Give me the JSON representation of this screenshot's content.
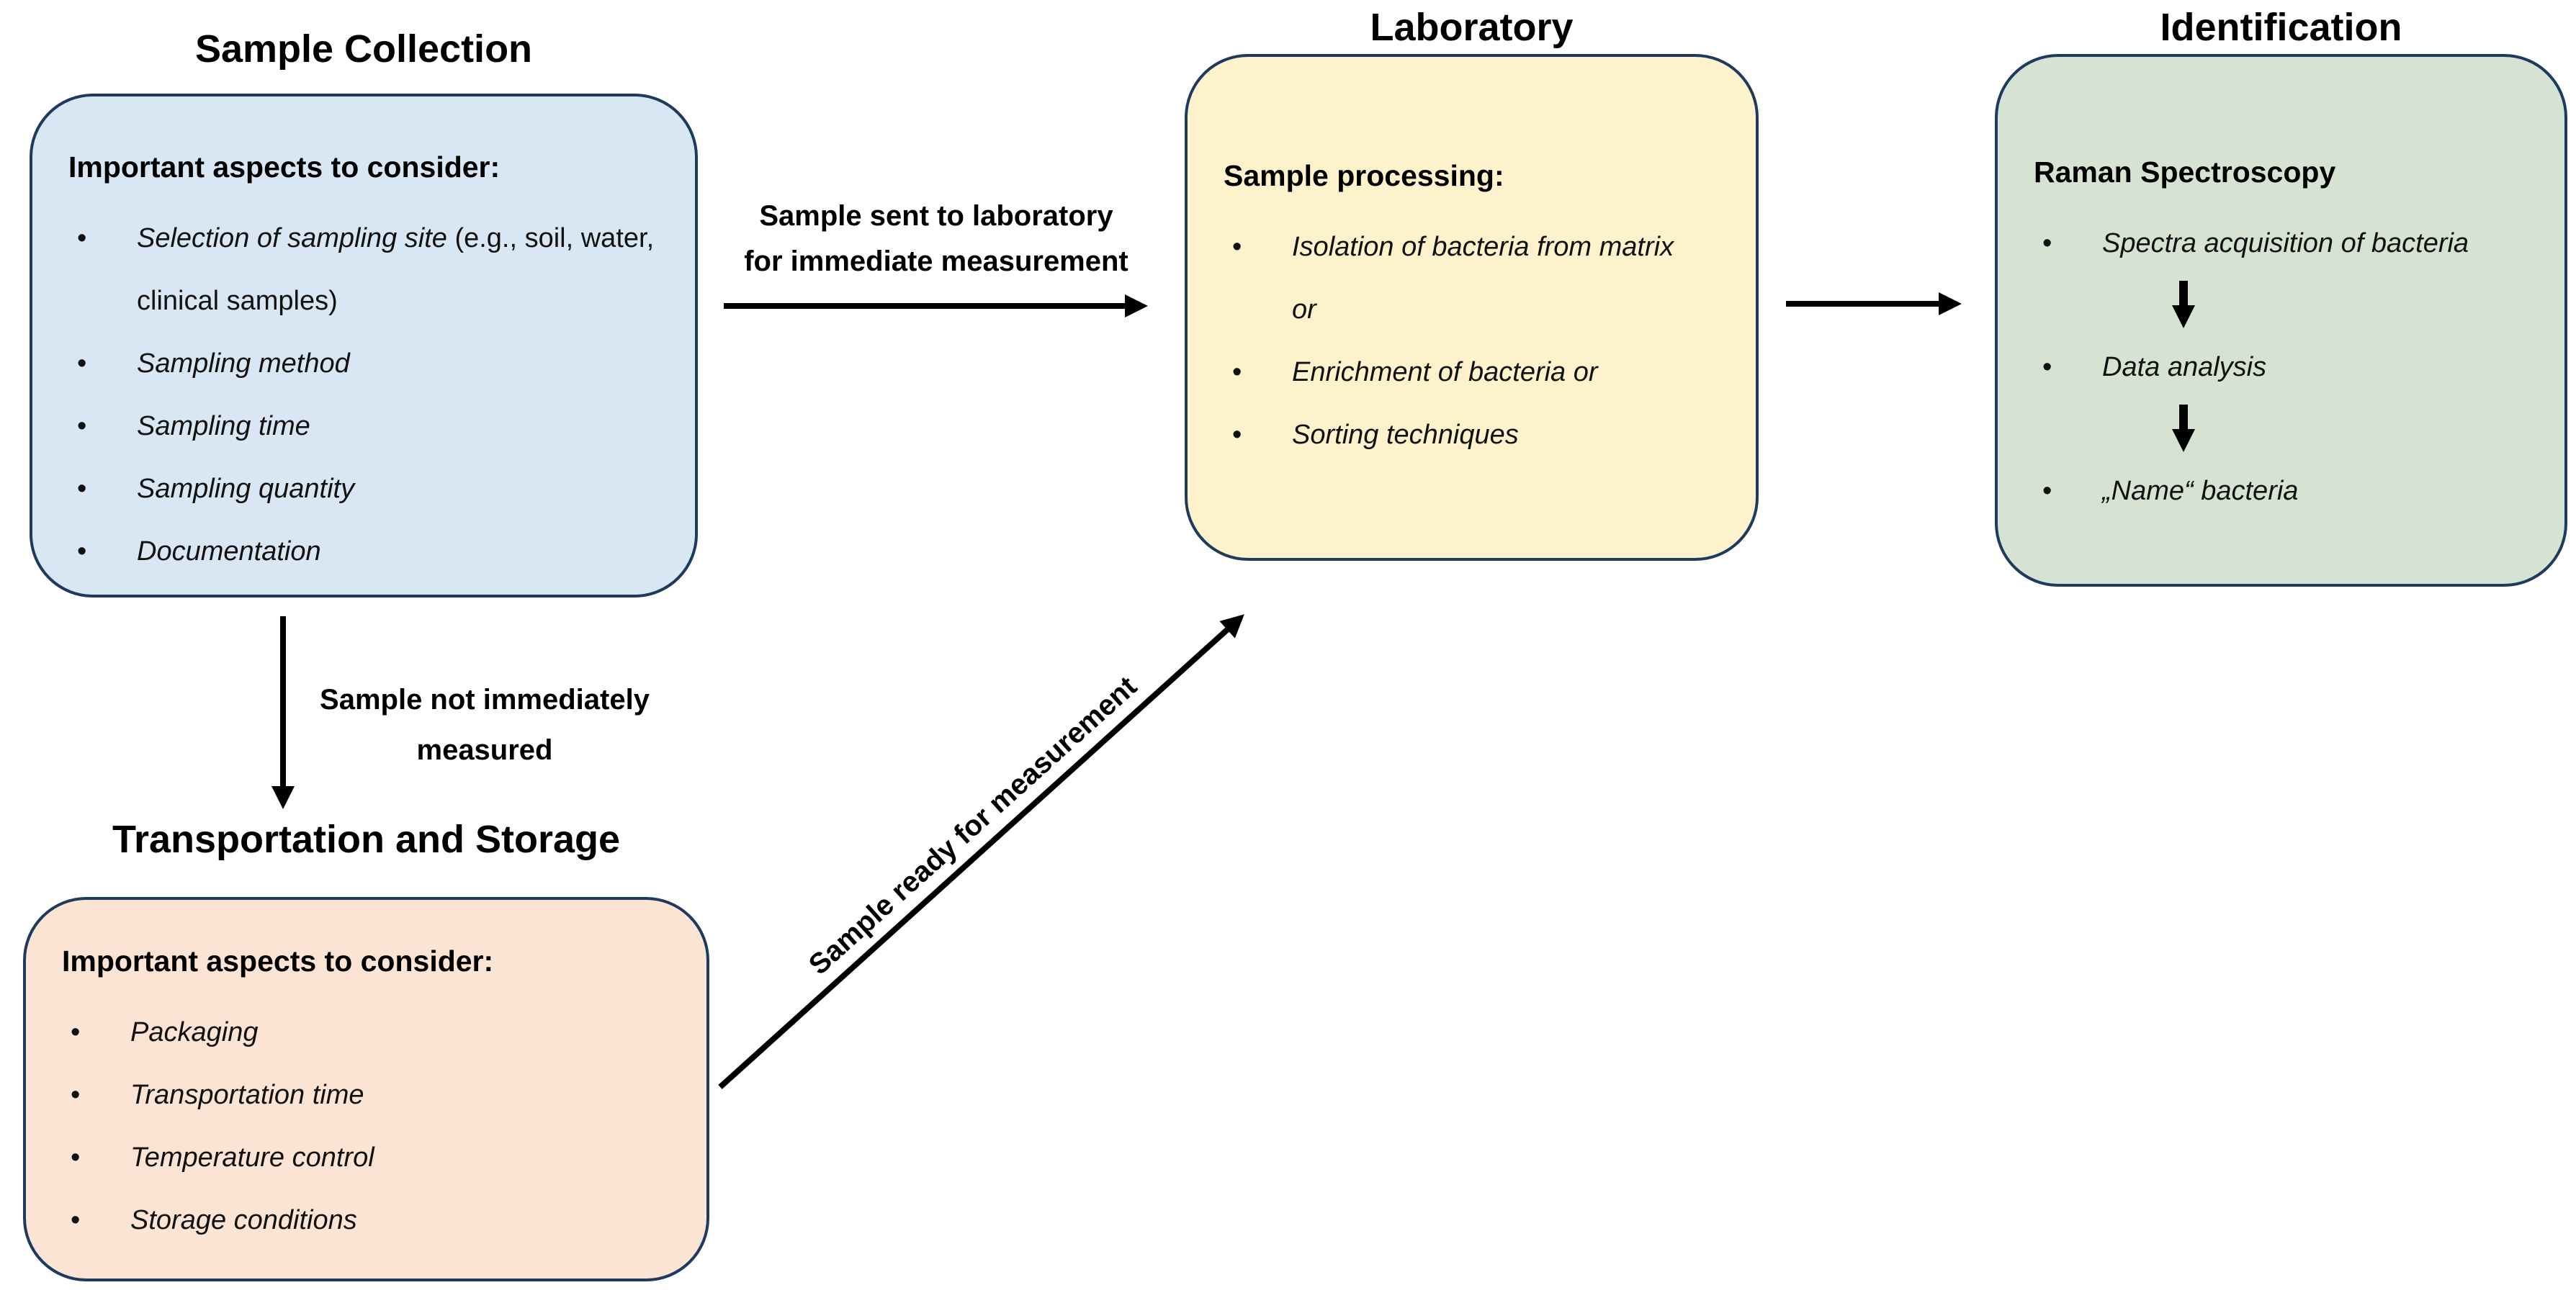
{
  "diagram": {
    "sample_collection": {
      "title": "Sample Collection",
      "heading": "Important aspects to consider:",
      "bullets": [
        {
          "em": "Selection of sampling site ",
          "plain": "(e.g., soil, water, clinical samples)"
        },
        {
          "em": "Sampling method"
        },
        {
          "em": "Sampling time"
        },
        {
          "em": "Sampling quantity"
        },
        {
          "em": "Documentation"
        }
      ]
    },
    "transport_storage": {
      "title": "Transportation and Storage",
      "heading": "Important aspects to consider:",
      "bullets": [
        {
          "em": "Packaging"
        },
        {
          "em": "Transportation time"
        },
        {
          "em": "Temperature control"
        },
        {
          "em": "Storage conditions"
        }
      ]
    },
    "laboratory": {
      "title": "Laboratory",
      "heading": "Sample processing:",
      "bullets": [
        {
          "em": "Isolation of bacteria from matrix or"
        },
        {
          "em": "Enrichment of bacteria or"
        },
        {
          "em": "Sorting techniques"
        }
      ]
    },
    "identification": {
      "title": "Identification",
      "heading": "Raman Spectroscopy",
      "bullets": [
        {
          "em": "Spectra acquisition of bacteria"
        },
        {
          "em": "Data analysis"
        },
        {
          "em": "„Name“ bacteria"
        }
      ]
    },
    "connectors": {
      "sent_to_lab": {
        "line1": "Sample sent to laboratory",
        "line2": "for immediate measurement"
      },
      "not_measured": {
        "line1": "Sample not immediately",
        "line2": "measured"
      },
      "ready": {
        "label": "Sample ready for measurement"
      }
    }
  },
  "colors": {
    "blue_fill": "#d9e6f3",
    "yellow_fill": "#fdf2cc",
    "green_fill": "#d6e3d2",
    "orange_fill": "#fce4d4",
    "border": "#1e3a5f",
    "arrow": "#000000",
    "text": "#111111"
  }
}
